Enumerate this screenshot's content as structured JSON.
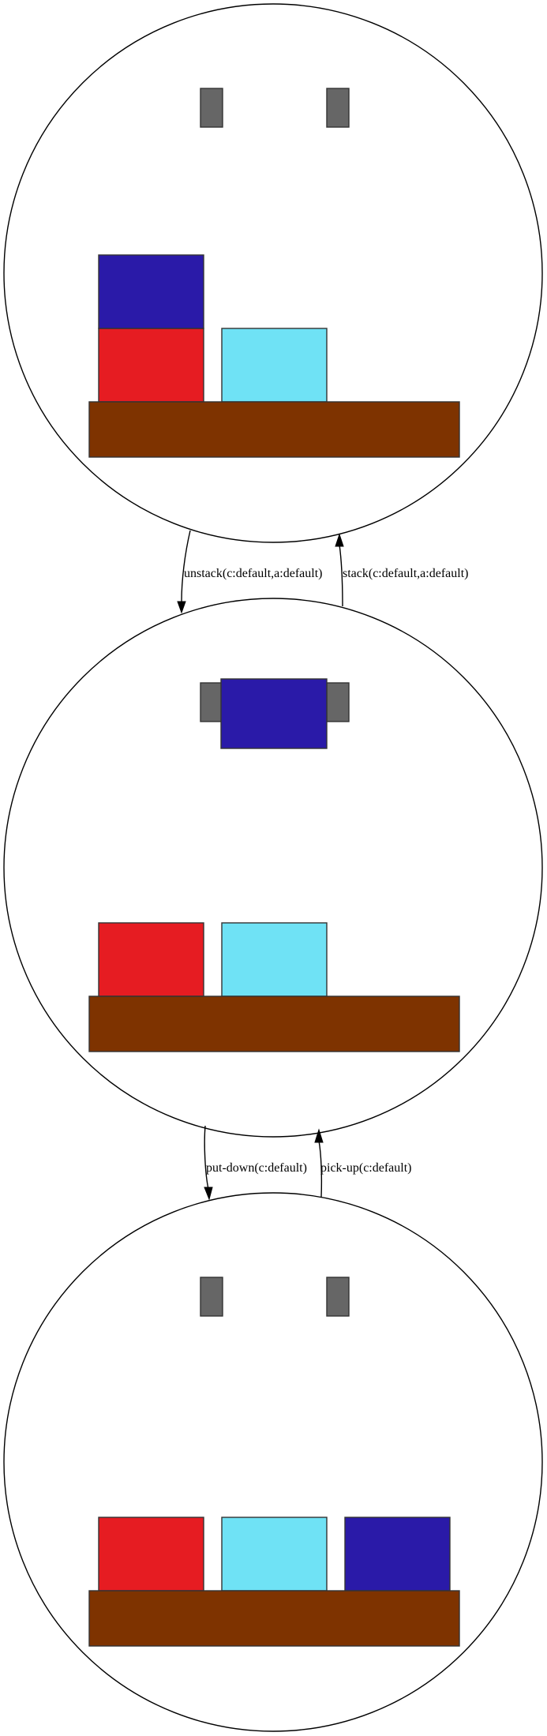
{
  "colors": {
    "table": "#7e3300",
    "gripper": "#666666",
    "block_a": "#e61c22",
    "block_b": "#2a1aa8",
    "block_c": "#6fe2f5"
  },
  "states": [
    {
      "id": "state-1",
      "held": null,
      "stacks": [
        [
          "a",
          "b"
        ],
        [
          "c"
        ],
        []
      ]
    },
    {
      "id": "state-2",
      "held": "b",
      "stacks": [
        [
          "a"
        ],
        [
          "c"
        ],
        []
      ]
    },
    {
      "id": "state-3",
      "held": null,
      "stacks": [
        [
          "a"
        ],
        [
          "c"
        ],
        [
          "b"
        ]
      ]
    }
  ],
  "edges": [
    {
      "id": "edge-unstack",
      "from": "state-1",
      "to": "state-2",
      "label": "unstack(c:default,a:default)"
    },
    {
      "id": "edge-stack",
      "from": "state-2",
      "to": "state-1",
      "label": "stack(c:default,a:default)"
    },
    {
      "id": "edge-put-down",
      "from": "state-2",
      "to": "state-3",
      "label": "put-down(c:default)"
    },
    {
      "id": "edge-pick-up",
      "from": "state-3",
      "to": "state-2",
      "label": "pick-up(c:default)"
    }
  ]
}
